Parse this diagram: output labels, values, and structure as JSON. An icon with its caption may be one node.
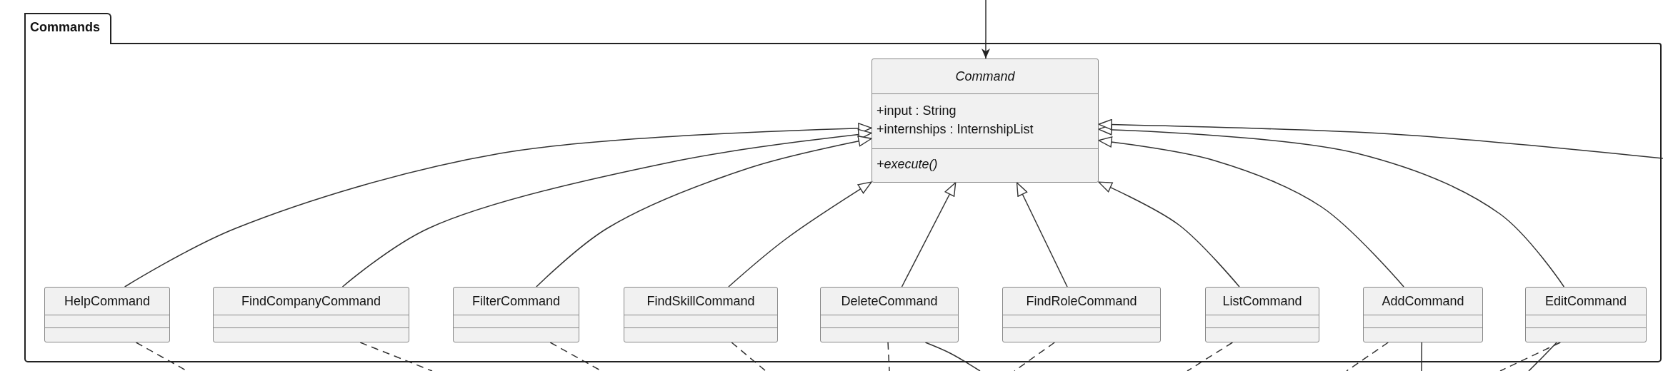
{
  "diagram": {
    "nodes": [
      {
        "text": [
          "Commands"
        ]
      },
      {
        "text": [
          "Command",
          "+input : String",
          "+internships : InternshipList",
          "+execute()"
        ],
        "in": 0
      },
      {
        "text": [
          "HelpCommand"
        ],
        "in": 0
      },
      {
        "text": [
          "FindCompanyCommand"
        ],
        "in": 0
      },
      {
        "text": [
          "FilterCommand"
        ],
        "in": 0
      },
      {
        "text": [
          "FindSkillCommand"
        ],
        "in": 0
      },
      {
        "text": [
          "DeleteCommand"
        ],
        "in": 0
      },
      {
        "text": [
          "FindRoleCommand"
        ],
        "in": 0
      },
      {
        "text": [
          "ListCommand"
        ],
        "in": 0
      },
      {
        "text": [
          "AddCommand"
        ],
        "in": 0
      },
      {
        "text": [
          "EditCommand"
        ],
        "in": 0
      }
    ],
    "edges": [
      {
        "from": null,
        "to": 1,
        "arrow": "to"
      },
      {
        "from": 2,
        "to": 1,
        "arrow": "to"
      },
      {
        "from": 3,
        "to": 1,
        "arrow": "to"
      },
      {
        "from": 4,
        "to": 1,
        "arrow": "to"
      },
      {
        "from": 5,
        "to": 1,
        "arrow": "to"
      },
      {
        "from": 6,
        "to": 1,
        "arrow": "to"
      },
      {
        "from": 7,
        "to": 1,
        "arrow": "to"
      },
      {
        "from": 8,
        "to": 1,
        "arrow": "to"
      },
      {
        "from": 9,
        "to": 1,
        "arrow": "to"
      },
      {
        "from": 10,
        "to": 1,
        "arrow": "to"
      },
      {
        "from": null,
        "to": 1,
        "arrow": "to"
      },
      {
        "from": 2,
        "to": null,
        "arrow": "none",
        "style": "dashed"
      },
      {
        "from": 3,
        "to": null,
        "arrow": "none",
        "style": "dashed"
      },
      {
        "from": 4,
        "to": null,
        "arrow": "none",
        "style": "dashed"
      },
      {
        "from": 5,
        "to": null,
        "arrow": "none",
        "style": "dashed"
      },
      {
        "from": 6,
        "to": null,
        "arrow": "none",
        "style": "dashed"
      },
      {
        "from": 6,
        "to": null,
        "arrow": "none"
      },
      {
        "from": 7,
        "to": null,
        "arrow": "none",
        "style": "dashed"
      },
      {
        "from": 8,
        "to": null,
        "arrow": "none",
        "style": "dashed"
      },
      {
        "from": 9,
        "to": null,
        "arrow": "none",
        "style": "dashed"
      },
      {
        "from": 9,
        "to": null,
        "arrow": "none"
      },
      {
        "from": 10,
        "to": null,
        "arrow": "none",
        "style": "dashed"
      },
      {
        "from": 10,
        "to": null,
        "arrow": "none"
      }
    ]
  }
}
